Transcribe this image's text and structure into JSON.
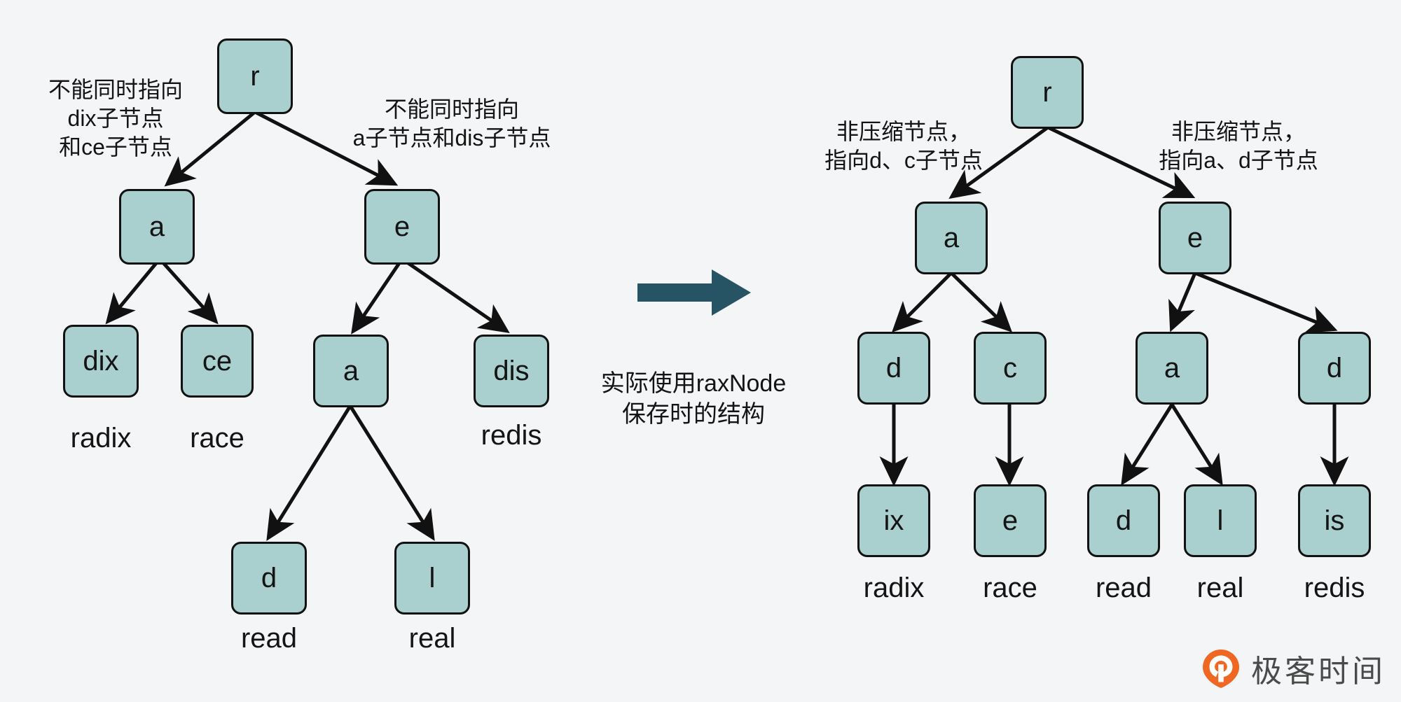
{
  "background_color": "#f4f5f7",
  "node_fill": "#a9cfcf",
  "node_stroke": "#111111",
  "transition_arrow_color": "#265465",
  "left_tree": {
    "notes": [
      {
        "id": "note-left-a",
        "text": "不能同时指向\ndix子节点\n和ce子节点"
      },
      {
        "id": "note-left-e",
        "text": "不能同时指向\na子节点和dis子节点"
      }
    ],
    "nodes": [
      {
        "id": "l-root",
        "label": "r"
      },
      {
        "id": "l-a",
        "label": "a"
      },
      {
        "id": "l-e",
        "label": "e"
      },
      {
        "id": "l-dix",
        "label": "dix"
      },
      {
        "id": "l-ce",
        "label": "ce"
      },
      {
        "id": "l-a2",
        "label": "a"
      },
      {
        "id": "l-dis",
        "label": "dis"
      },
      {
        "id": "l-d",
        "label": "d"
      },
      {
        "id": "l-l",
        "label": "l"
      }
    ],
    "words": [
      {
        "id": "l-word-radix",
        "text": "radix"
      },
      {
        "id": "l-word-race",
        "text": "race"
      },
      {
        "id": "l-word-redis",
        "text": "redis"
      },
      {
        "id": "l-word-read",
        "text": "read"
      },
      {
        "id": "l-word-real",
        "text": "real"
      }
    ]
  },
  "middle": {
    "caption": "实际使用raxNode\n保存时的结构",
    "arrow_icon": "right-arrow-icon"
  },
  "right_tree": {
    "notes": [
      {
        "id": "note-right-a",
        "text": "非压缩节点，\n指向d、c子节点"
      },
      {
        "id": "note-right-e",
        "text": "非压缩节点，\n指向a、d子节点"
      }
    ],
    "nodes": [
      {
        "id": "r-root",
        "label": "r"
      },
      {
        "id": "r-a",
        "label": "a"
      },
      {
        "id": "r-e",
        "label": "e"
      },
      {
        "id": "r-d1",
        "label": "d"
      },
      {
        "id": "r-c",
        "label": "c"
      },
      {
        "id": "r-a2",
        "label": "a"
      },
      {
        "id": "r-d2",
        "label": "d"
      },
      {
        "id": "r-ix",
        "label": "ix"
      },
      {
        "id": "r-e2",
        "label": "e"
      },
      {
        "id": "r-d3",
        "label": "d"
      },
      {
        "id": "r-l",
        "label": "l"
      },
      {
        "id": "r-is",
        "label": "is"
      }
    ],
    "words": [
      {
        "id": "r-word-radix",
        "text": "radix"
      },
      {
        "id": "r-word-race",
        "text": "race"
      },
      {
        "id": "r-word-read",
        "text": "read"
      },
      {
        "id": "r-word-real",
        "text": "real"
      },
      {
        "id": "r-word-redis",
        "text": "redis"
      }
    ]
  },
  "watermark": {
    "text": "极客时间",
    "icon": "geekbang-logo-icon",
    "icon_color": "#ef6722"
  }
}
